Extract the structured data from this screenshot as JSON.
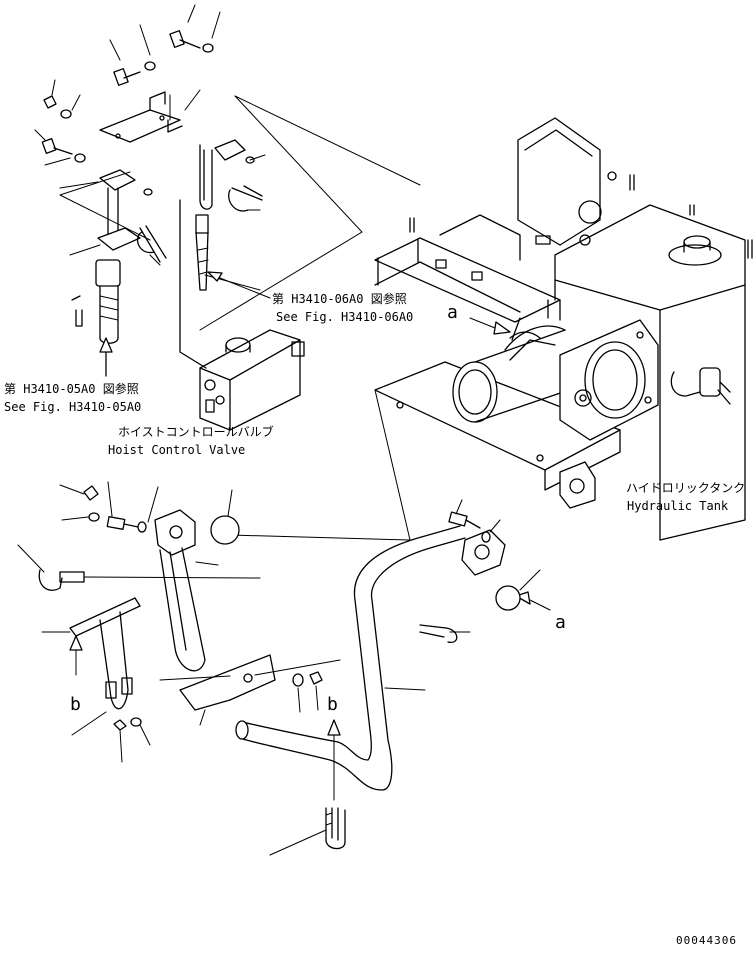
{
  "refs": {
    "fig_06A0_jp": "第 H3410-06A0 図参照",
    "fig_06A0_en": "See Fig. H3410-06A0",
    "fig_05A0_jp": "第 H3410-05A0 図参照",
    "fig_05A0_en": "See Fig. H3410-05A0"
  },
  "components": {
    "hoist_valve_jp": "ホイストコントロールバルブ",
    "hoist_valve_en": "Hoist Control Valve",
    "hydraulic_tank_jp": "ハイドロリックタンク",
    "hydraulic_tank_en": "Hydraulic Tank"
  },
  "markers": {
    "a_upper": "a",
    "a_lower": "a",
    "b_left": "b",
    "b_right": "b"
  },
  "drawing_number": "00044306"
}
